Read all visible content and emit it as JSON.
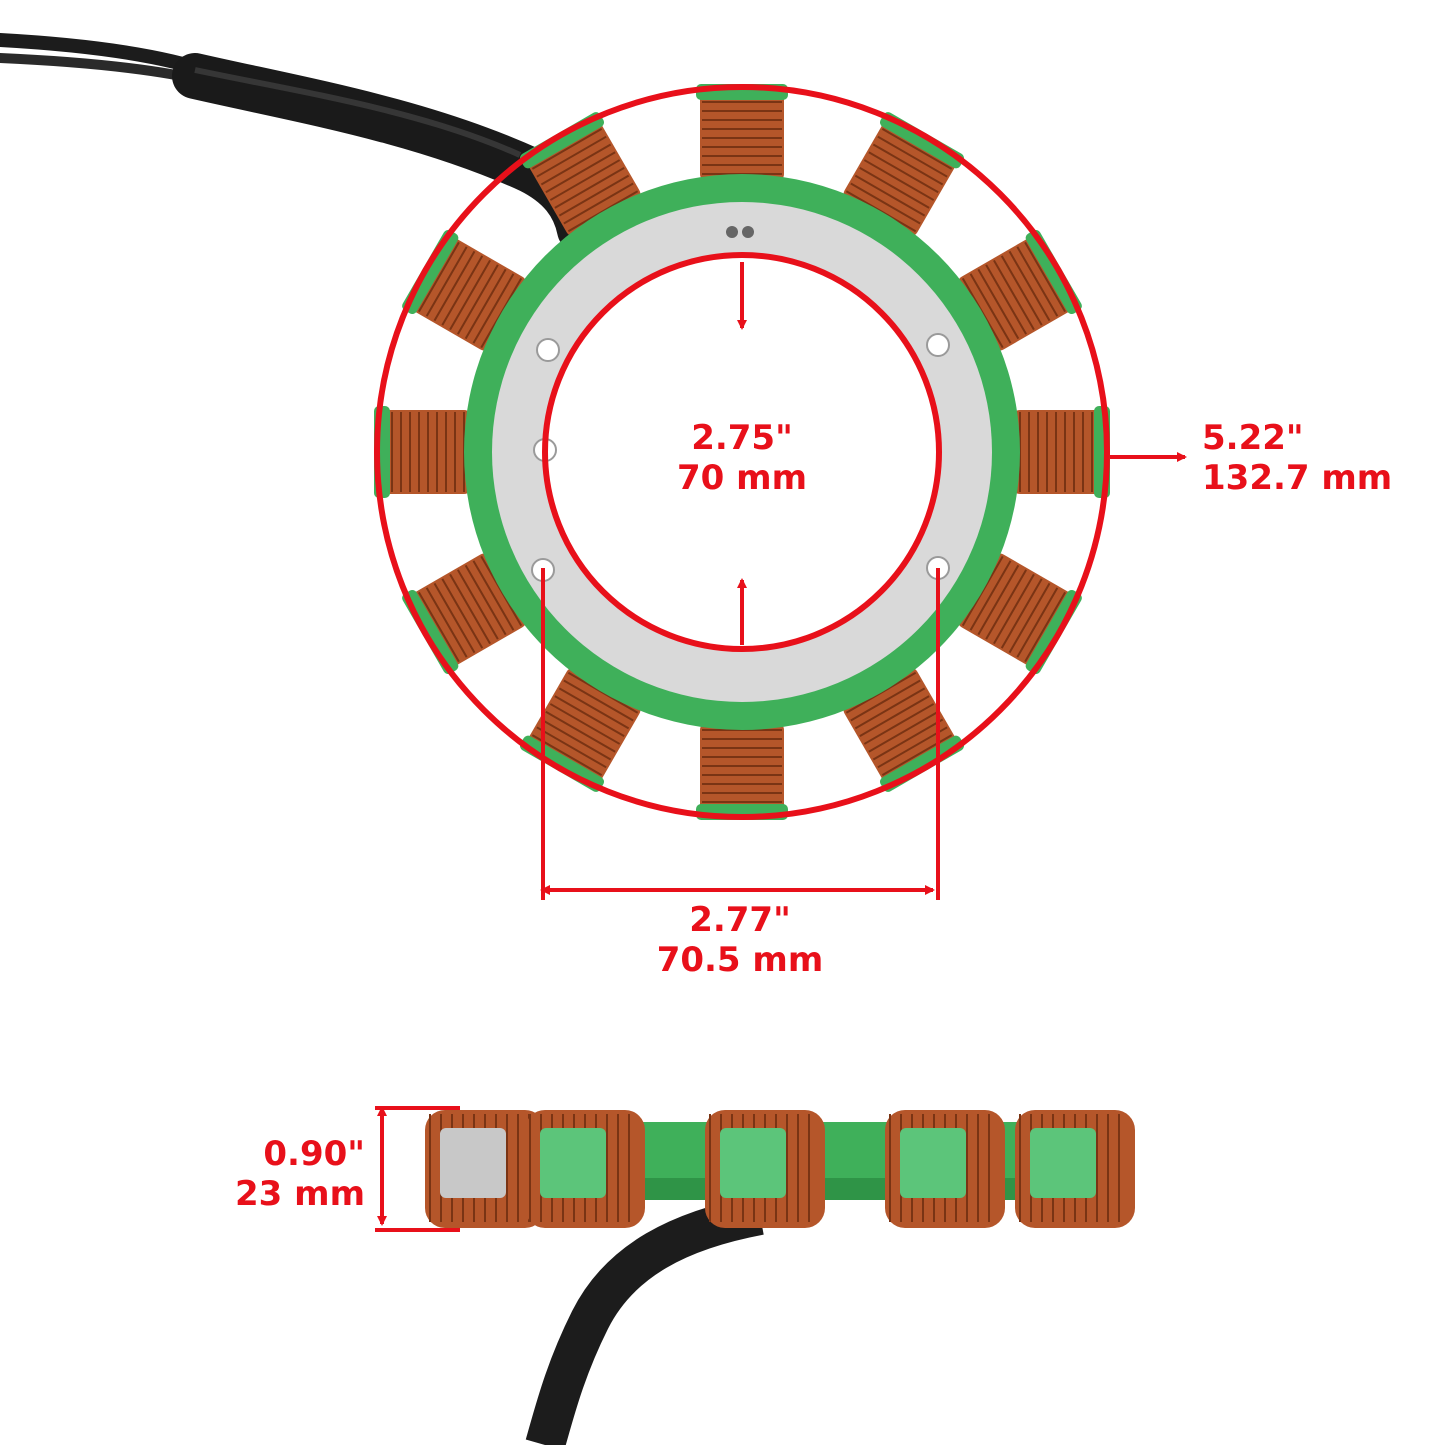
{
  "colors": {
    "annotation": "#e8101a",
    "insulation_green": "#3fb05a",
    "copper": "#b5562a",
    "lamination_grey": "#d9d9d9",
    "wire_black": "#1c1c1c",
    "background": "#ffffff"
  },
  "top_view": {
    "inner_diameter": {
      "inch": "2.75\"",
      "mm": "70 mm"
    },
    "outer_diameter": {
      "inch": "5.22\"",
      "mm": "132.7 mm"
    },
    "bolt_spacing": {
      "inch": "2.77\"",
      "mm": "70.5 mm"
    },
    "coil_count": 12
  },
  "side_view": {
    "thickness": {
      "inch": "0.90\"",
      "mm": "23 mm"
    }
  }
}
